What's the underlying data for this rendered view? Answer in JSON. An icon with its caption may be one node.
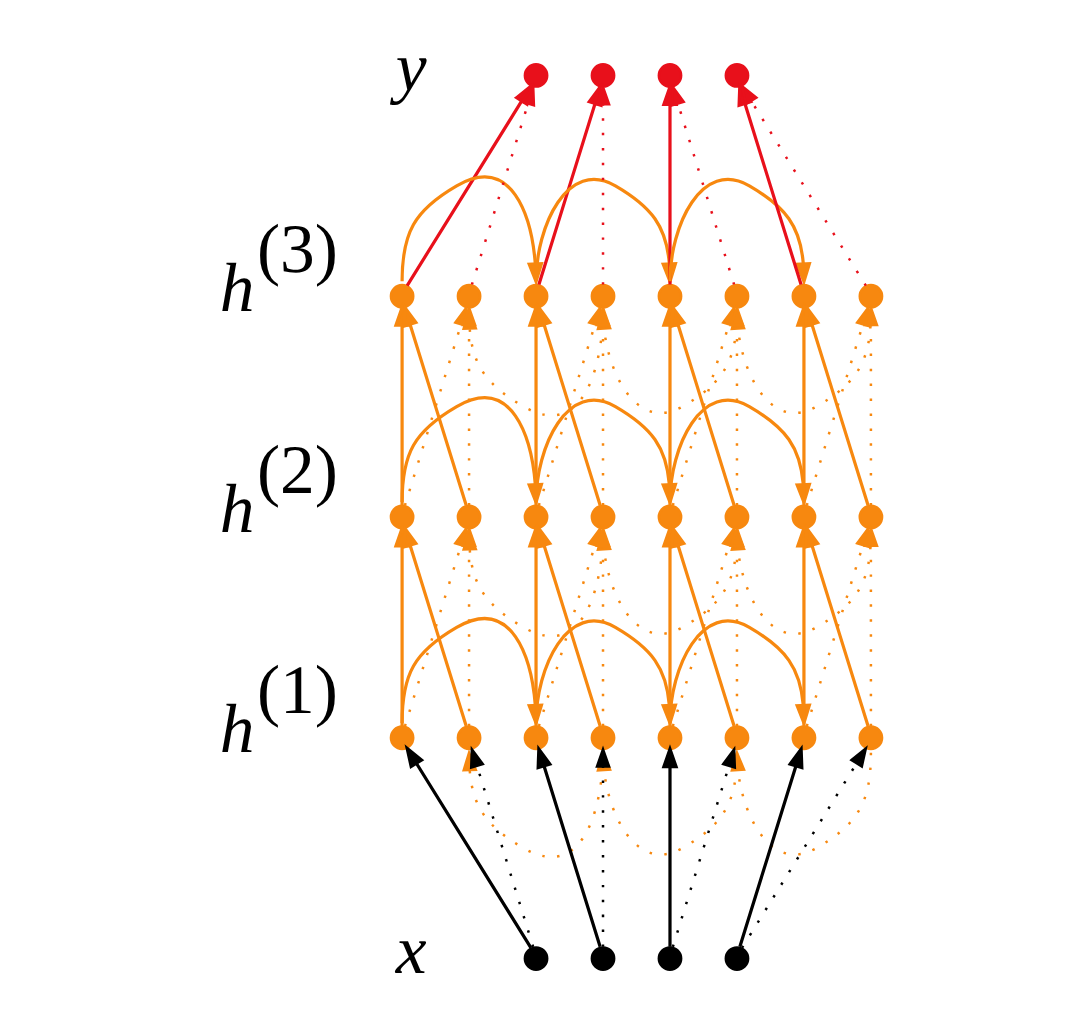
{
  "diagram": {
    "nodes": [
      {
        "text": [],
        "shape": "circle"
      },
      {
        "text": [],
        "shape": "circle"
      },
      {
        "text": [],
        "shape": "circle"
      },
      {
        "text": [],
        "shape": "circle"
      },
      {
        "text": [],
        "shape": "circle"
      },
      {
        "text": [],
        "shape": "circle"
      },
      {
        "text": [],
        "shape": "circle"
      },
      {
        "text": [],
        "shape": "circle"
      },
      {
        "text": [],
        "shape": "circle"
      },
      {
        "text": [],
        "shape": "circle"
      },
      {
        "text": [],
        "shape": "circle"
      },
      {
        "text": [],
        "shape": "circle"
      },
      {
        "text": [],
        "shape": "circle"
      },
      {
        "text": [],
        "shape": "circle"
      },
      {
        "text": [],
        "shape": "circle"
      },
      {
        "text": [],
        "shape": "circle"
      },
      {
        "text": [],
        "shape": "circle"
      },
      {
        "text": [],
        "shape": "circle"
      },
      {
        "text": [],
        "shape": "circle"
      },
      {
        "text": [],
        "shape": "circle"
      },
      {
        "text": [],
        "shape": "circle"
      },
      {
        "text": [],
        "shape": "circle"
      },
      {
        "text": [],
        "shape": "circle"
      },
      {
        "text": [],
        "shape": "circle"
      },
      {
        "text": [],
        "shape": "circle"
      },
      {
        "text": [],
        "shape": "circle"
      },
      {
        "text": [],
        "shape": "circle"
      },
      {
        "text": [],
        "shape": "circle"
      },
      {
        "text": [],
        "shape": "circle"
      },
      {
        "text": [],
        "shape": "circle"
      },
      {
        "text": [],
        "shape": "circle"
      },
      {
        "text": [],
        "shape": "circle"
      }
    ],
    "edges": [
      {
        "from": 28,
        "to": 20,
        "arrow": "to",
        "color": "#000000"
      },
      {
        "from": 28,
        "to": 21,
        "arrow": "to",
        "style": "dashed",
        "color": "#000000"
      },
      {
        "from": 29,
        "to": 22,
        "arrow": "to",
        "color": "#000000"
      },
      {
        "from": 29,
        "to": 23,
        "arrow": "to",
        "style": "dashed",
        "color": "#000000"
      },
      {
        "from": 30,
        "to": 24,
        "arrow": "to",
        "color": "#000000"
      },
      {
        "from": 30,
        "to": 25,
        "arrow": "to",
        "style": "dashed",
        "color": "#000000"
      },
      {
        "from": 31,
        "to": 26,
        "arrow": "to",
        "color": "#000000"
      },
      {
        "from": 31,
        "to": 27,
        "arrow": "to",
        "style": "dashed",
        "color": "#000000"
      },
      {
        "from": 20,
        "to": 22,
        "arrow": "to"
      },
      {
        "from": 22,
        "to": 24,
        "arrow": "to"
      },
      {
        "from": 24,
        "to": 26,
        "arrow": "to"
      },
      {
        "from": 27,
        "to": 25,
        "arrow": "to",
        "style": "dashed"
      },
      {
        "from": 25,
        "to": 23,
        "arrow": "to",
        "style": "dashed"
      },
      {
        "from": 23,
        "to": 21,
        "arrow": "to",
        "style": "dashed"
      },
      {
        "from": 20,
        "to": 12,
        "arrow": "to"
      },
      {
        "from": 21,
        "to": 12,
        "arrow": "to"
      },
      {
        "from": 20,
        "to": 13,
        "arrow": "to",
        "style": "dashed"
      },
      {
        "from": 21,
        "to": 13,
        "arrow": "to",
        "style": "dashed"
      },
      {
        "from": 22,
        "to": 14,
        "arrow": "to"
      },
      {
        "from": 23,
        "to": 14,
        "arrow": "to"
      },
      {
        "from": 22,
        "to": 15,
        "arrow": "to",
        "style": "dashed"
      },
      {
        "from": 23,
        "to": 15,
        "arrow": "to",
        "style": "dashed"
      },
      {
        "from": 24,
        "to": 16,
        "arrow": "to"
      },
      {
        "from": 25,
        "to": 16,
        "arrow": "to"
      },
      {
        "from": 24,
        "to": 17,
        "arrow": "to",
        "style": "dashed"
      },
      {
        "from": 25,
        "to": 17,
        "arrow": "to",
        "style": "dashed"
      },
      {
        "from": 26,
        "to": 18,
        "arrow": "to"
      },
      {
        "from": 27,
        "to": 18,
        "arrow": "to"
      },
      {
        "from": 26,
        "to": 19,
        "arrow": "to",
        "style": "dashed"
      },
      {
        "from": 27,
        "to": 19,
        "arrow": "to",
        "style": "dashed"
      },
      {
        "from": 12,
        "to": 14,
        "arrow": "to"
      },
      {
        "from": 14,
        "to": 16,
        "arrow": "to"
      },
      {
        "from": 16,
        "to": 18,
        "arrow": "to"
      },
      {
        "from": 19,
        "to": 17,
        "arrow": "to",
        "style": "dashed"
      },
      {
        "from": 17,
        "to": 15,
        "arrow": "to",
        "style": "dashed"
      },
      {
        "from": 15,
        "to": 13,
        "arrow": "to",
        "style": "dashed"
      },
      {
        "from": 12,
        "to": 4,
        "arrow": "to"
      },
      {
        "from": 13,
        "to": 4,
        "arrow": "to"
      },
      {
        "from": 12,
        "to": 5,
        "arrow": "to",
        "style": "dashed"
      },
      {
        "from": 13,
        "to": 5,
        "arrow": "to",
        "style": "dashed"
      },
      {
        "from": 14,
        "to": 6,
        "arrow": "to"
      },
      {
        "from": 15,
        "to": 6,
        "arrow": "to"
      },
      {
        "from": 14,
        "to": 7,
        "arrow": "to",
        "style": "dashed"
      },
      {
        "from": 15,
        "to": 7,
        "arrow": "to",
        "style": "dashed"
      },
      {
        "from": 16,
        "to": 8,
        "arrow": "to"
      },
      {
        "from": 17,
        "to": 8,
        "arrow": "to"
      },
      {
        "from": 16,
        "to": 9,
        "arrow": "to",
        "style": "dashed"
      },
      {
        "from": 17,
        "to": 9,
        "arrow": "to",
        "style": "dashed"
      },
      {
        "from": 18,
        "to": 10,
        "arrow": "to"
      },
      {
        "from": 19,
        "to": 10,
        "arrow": "to"
      },
      {
        "from": 18,
        "to": 11,
        "arrow": "to",
        "style": "dashed"
      },
      {
        "from": 19,
        "to": 11,
        "arrow": "to",
        "style": "dashed"
      },
      {
        "from": 4,
        "to": 6,
        "arrow": "to"
      },
      {
        "from": 6,
        "to": 8,
        "arrow": "to"
      },
      {
        "from": 8,
        "to": 10,
        "arrow": "to"
      },
      {
        "from": 11,
        "to": 9,
        "arrow": "to",
        "style": "dashed"
      },
      {
        "from": 9,
        "to": 7,
        "arrow": "to",
        "style": "dashed"
      },
      {
        "from": 7,
        "to": 5,
        "arrow": "to",
        "style": "dashed"
      },
      {
        "from": 4,
        "to": 0,
        "arrow": "to",
        "color": "#e8101b"
      },
      {
        "from": 5,
        "to": 0,
        "arrow": "to",
        "style": "dashed",
        "color": "#e8101b"
      },
      {
        "from": 6,
        "to": 1,
        "arrow": "to",
        "color": "#e8101b"
      },
      {
        "from": 7,
        "to": 1,
        "arrow": "to",
        "style": "dashed",
        "color": "#e8101b"
      },
      {
        "from": 8,
        "to": 2,
        "arrow": "to",
        "color": "#e8101b"
      },
      {
        "from": 9,
        "to": 2,
        "arrow": "to",
        "style": "dashed",
        "color": "#e8101b"
      },
      {
        "from": 10,
        "to": 3,
        "arrow": "to",
        "color": "#e8101b"
      },
      {
        "from": 11,
        "to": 3,
        "arrow": "to",
        "style": "dashed",
        "color": "#e8101b"
      }
    ],
    "labels": [
      "y",
      "h$^{(3)}$",
      "h$^{(2)}$",
      "h$^{(1)}$",
      "x"
    ]
  }
}
